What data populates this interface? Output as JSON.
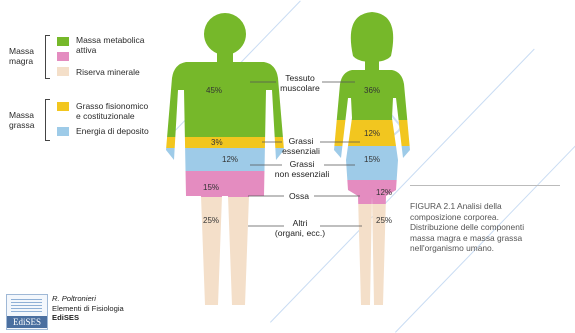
{
  "legend": {
    "groups": [
      {
        "name": "Massa magra",
        "label_lines": [
          "Massa",
          "magra"
        ],
        "items": [
          {
            "label_lines": [
              "Massa metabolica",
              "attiva"
            ],
            "color": "#76b82a"
          },
          {
            "label_lines": [
              "Riserva minerale"
            ],
            "color": "#f4dfc9"
          }
        ]
      },
      {
        "name": "Massa grassa",
        "label_lines": [
          "Massa",
          "grassa"
        ],
        "items": [
          {
            "label_lines": [
              "Grasso fisionomico",
              "e costituzionale"
            ],
            "color": "#f2c61f"
          },
          {
            "label_lines": [
              "Energia di deposito"
            ],
            "color": "#9ecbe8"
          }
        ]
      }
    ],
    "extra_color": "#e48cc0"
  },
  "bodies": {
    "male": {
      "muscle": "45%",
      "essential_fat": "3%",
      "storage_fat": "12%",
      "bone": "15%",
      "other": "25%"
    },
    "female": {
      "muscle": "36%",
      "essential_fat": "12%",
      "storage_fat": "15%",
      "bone": "12%",
      "other": "25%"
    }
  },
  "callouts": {
    "muscle": [
      "Tessuto",
      "muscolare"
    ],
    "essential": [
      "Grassi",
      "essenziali"
    ],
    "nonessential": [
      "Grassi",
      "non essenziali"
    ],
    "bone": [
      "Ossa"
    ],
    "other": [
      "Altri",
      "(organi, ecc.)"
    ]
  },
  "caption": [
    "FIGURA 2.1  Analisi della",
    "composizione corporea.",
    "Distribuzione delle componenti",
    "massa magra e massa grassa",
    "nell'organismo umano."
  ],
  "publisher": {
    "logo_text": "EdiSES",
    "author": "R. Poltronieri",
    "book": "Elementi di Fisiologia",
    "name": "EdiSES"
  }
}
